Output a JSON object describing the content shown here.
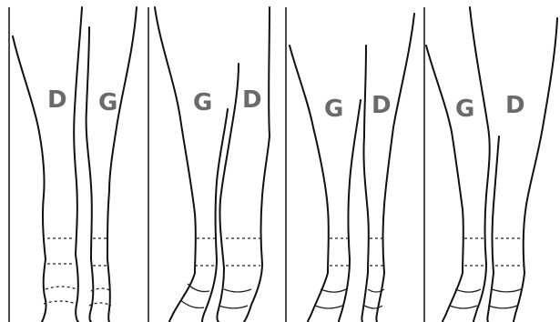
{
  "panels": [
    {
      "left_label": "D",
      "right_label": "G"
    },
    {
      "left_label": "G",
      "right_label": "D"
    },
    {
      "left_label": "G",
      "right_label": "D"
    },
    {
      "left_label": "G",
      "right_label": "D"
    }
  ]
}
